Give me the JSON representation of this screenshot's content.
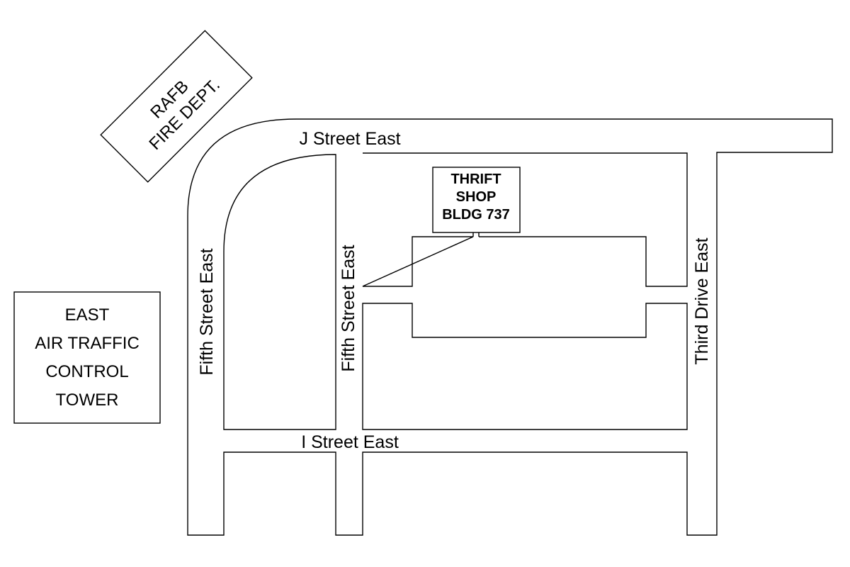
{
  "streets": {
    "j_street": "J Street East",
    "i_street": "I Street East",
    "fifth_street_left": "Fifth Street East",
    "fifth_street_right": "Fifth Street East",
    "third_drive": "Third Drive East"
  },
  "buildings": {
    "fire_dept": [
      "RAFB",
      "FIRE DEPT."
    ],
    "tower": [
      "EAST",
      "AIR TRAFFIC",
      "CONTROL",
      "TOWER"
    ],
    "thrift_shop": [
      "THRIFT",
      "SHOP",
      "BLDG 737"
    ]
  }
}
